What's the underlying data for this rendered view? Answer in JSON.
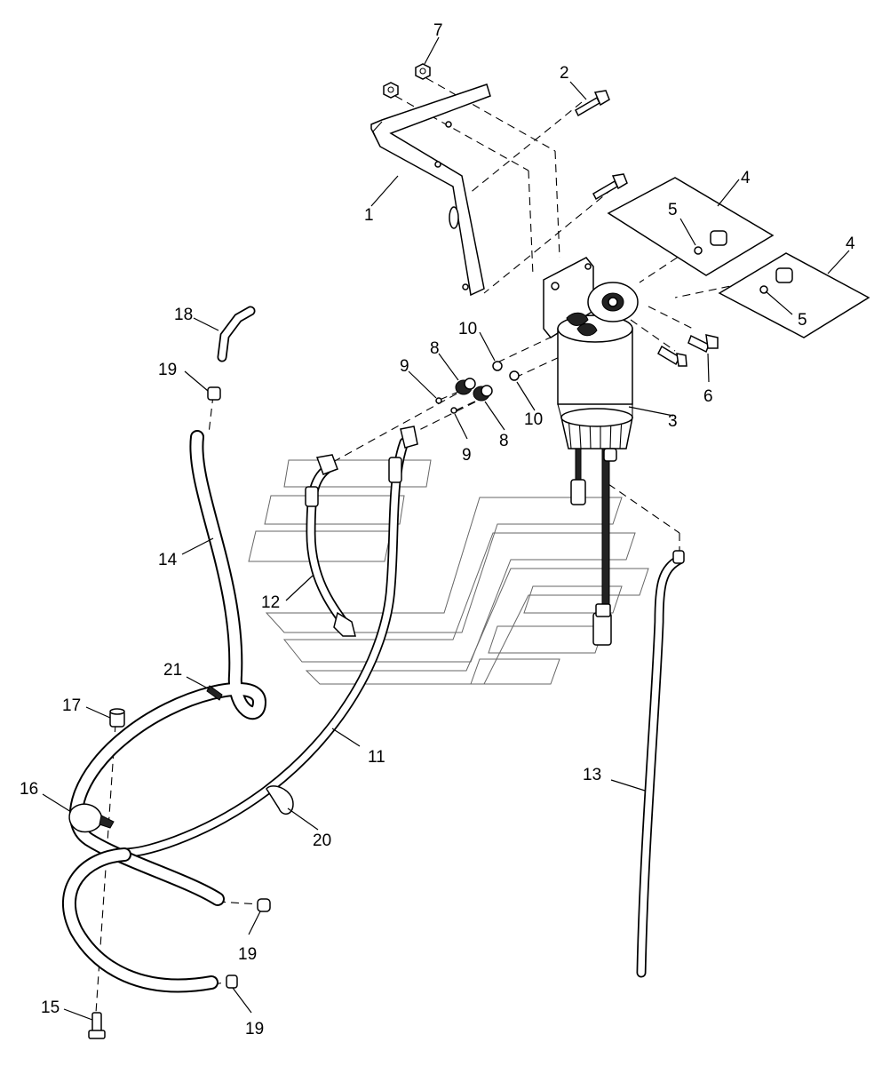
{
  "callouts": {
    "c1": "1",
    "c2": "2",
    "c3": "3",
    "c4a": "4",
    "c4b": "4",
    "c5a": "5",
    "c5b": "5",
    "c6": "6",
    "c7": "7",
    "c8a": "8",
    "c8b": "8",
    "c9a": "9",
    "c9b": "9",
    "c10a": "10",
    "c10b": "10",
    "c11": "11",
    "c12": "12",
    "c13": "13",
    "c14": "14",
    "c15": "15",
    "c16": "16",
    "c17": "17",
    "c18": "18",
    "c19a": "19",
    "c19b": "19",
    "c19c": "19",
    "c20": "20",
    "c21": "21"
  }
}
